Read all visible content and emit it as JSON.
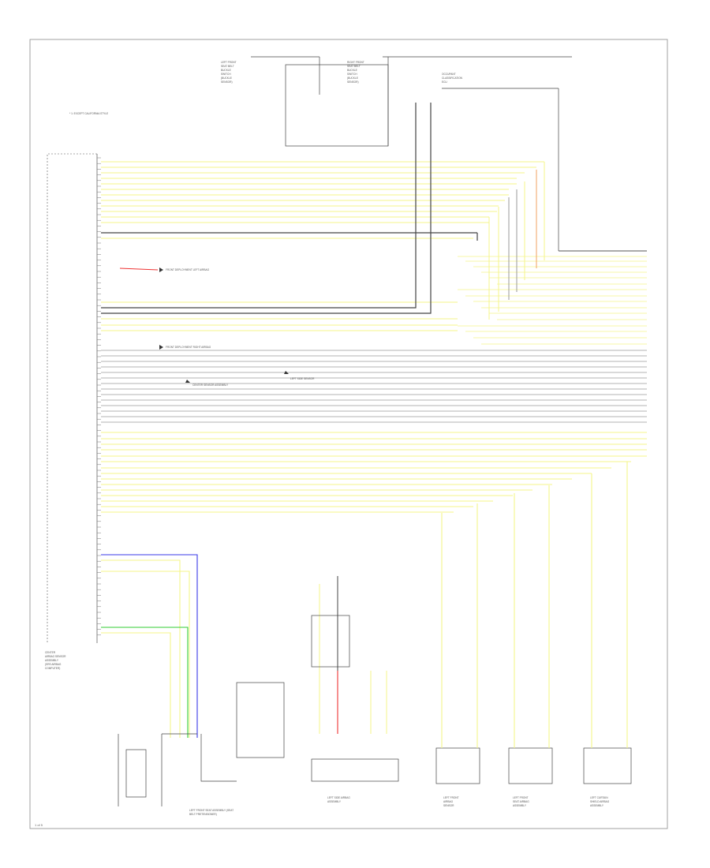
{
  "diagram": {
    "header_note": "* 1: EXCEPT CALIFORNIA STYLE",
    "footer_code": "1 of 5",
    "top_components": [
      {
        "id": "left-seat-belt",
        "lines": [
          "LEFT FRONT",
          "SEAT BELT",
          "BUCKLE",
          "SWITCH",
          "(BUCKLE",
          "SENSOR)"
        ]
      },
      {
        "id": "right-seat-belt",
        "lines": [
          "RIGHT FRONT",
          "SEAT BELT",
          "BUCKLE",
          "SWITCH",
          "(BUCKLE",
          "SENSOR)"
        ]
      },
      {
        "id": "occupant",
        "lines": [
          "OCCUPANT",
          "CLASSIFICATION",
          "ECU"
        ]
      }
    ],
    "callouts": [
      "FRONT DEPLOYMENT LEFT AIRBAG",
      "FRONT DEPLOYMENT RIGHT AIRBAG",
      "LEFT SIDE SENSOR",
      "CENTER SENSOR ASSEMBLY"
    ],
    "left_module_label": [
      "CENTER",
      "AIRBAG SENSOR",
      "ASSEMBLY",
      "(SRS AIRBAG",
      "COMPUTER)"
    ],
    "bottom_components": [
      {
        "id": "seat-belt-pretensioner",
        "lines": [
          "LEFT FRONT SEAT ASSEMBLY (SEAT",
          "BELT PRETENSIONER)"
        ]
      },
      {
        "id": "left-side-airbag",
        "lines": [
          "LEFT SIDE AIRBAG",
          "ASSEMBLY"
        ]
      },
      {
        "id": "left-front-airbag-1",
        "lines": [
          "LEFT FRONT",
          "AIRBAG",
          "SENSOR"
        ]
      },
      {
        "id": "left-front-airbag-2",
        "lines": [
          "LEFT FRONT",
          "SEAT AIRBAG",
          "ASSEMBLY"
        ]
      },
      {
        "id": "left-curtain",
        "lines": [
          "LEFT CURTAIN",
          "SHIELD AIRBAG",
          "ASSEMBLY"
        ]
      }
    ],
    "wire_colors": {
      "yellow": "#f4f58a",
      "dark": "#444444",
      "gray": "#9a9a9a",
      "blue": "#3a3ae8",
      "green": "#33cc33",
      "red": "#ee3333",
      "orange": "#f0a060",
      "frame": "#8a8a8a"
    }
  }
}
